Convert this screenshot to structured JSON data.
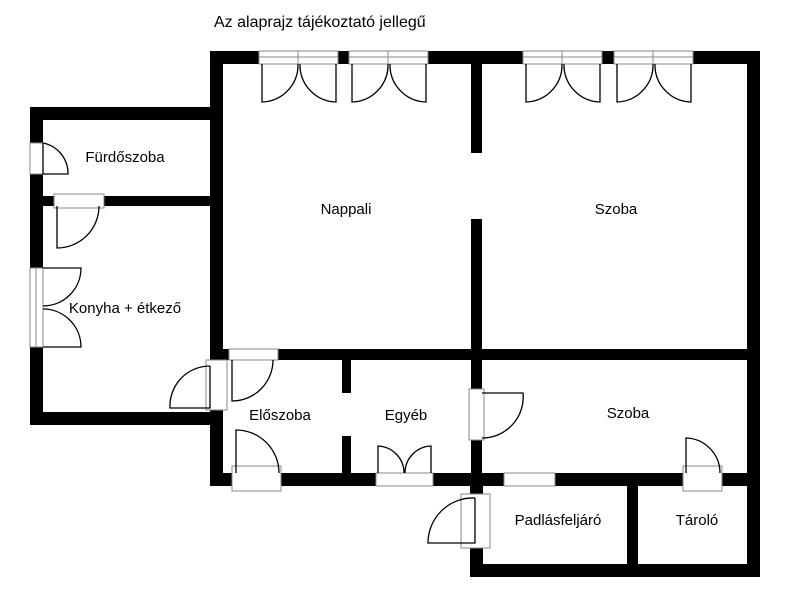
{
  "title": "Az alaprajz tájékoztató jellegű",
  "rooms": {
    "furdoszoba": "Fürdőszoba",
    "nappali": "Nappali",
    "szoba_top": "Szoba",
    "konyha": "Konyha + étkező",
    "eloszoba": "Előszoba",
    "egyeb": "Egyéb",
    "szoba_bottom": "Szoba",
    "padlasfeljaro": "Padlásfeljáró",
    "tarolo": "Tároló"
  },
  "colors": {
    "wall": "#000000",
    "background": "#ffffff",
    "frame": "#888888"
  }
}
